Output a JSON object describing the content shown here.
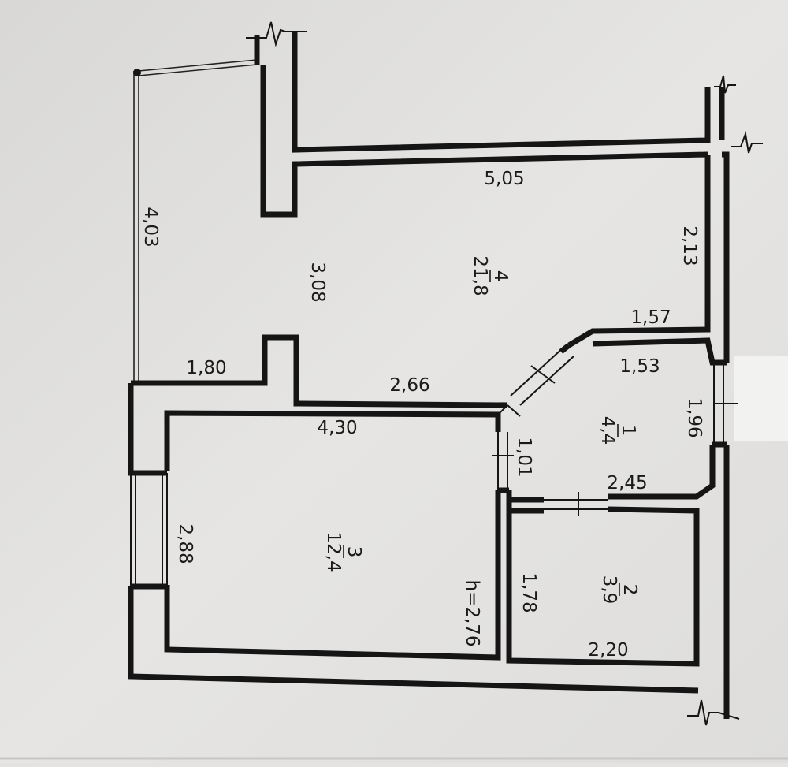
{
  "rooms": [
    {
      "number": "4",
      "area": "21,8"
    },
    {
      "number": "1",
      "area": "4,4"
    },
    {
      "number": "3",
      "area": "12,4"
    },
    {
      "number": "2",
      "area": "3,9"
    }
  ],
  "dimensions": {
    "balcony_length": "4,03",
    "room4_length": "5,05",
    "room4_width": "3,08",
    "room4_right_wall": "2,13",
    "hall_top": "1,57",
    "hall_inner": "1,53",
    "hall_height": "1,96",
    "room3_top_left": "1,80",
    "room3_top_mid": "2,66",
    "room3_length": "4,30",
    "room3_width": "2,88",
    "doorway": "1,01",
    "bath_top": "2,45",
    "bath_height": "1,78",
    "bath_bottom": "2,20"
  },
  "ceiling_height": "h=2,76"
}
